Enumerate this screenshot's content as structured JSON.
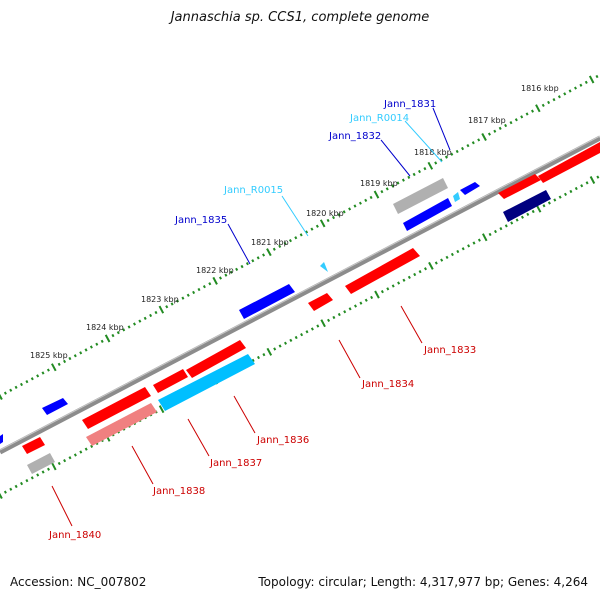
{
  "title": "Jannaschia sp. CCS1, complete genome",
  "accession": "Accession: NC_007802",
  "topology": "Topology: circular; Length: 4,317,977 bp; Genes: 4,264",
  "colors": {
    "forward": "#ff0000",
    "reverse": "#0000ff",
    "rna": "#33ccff",
    "navy": "#000080",
    "gray": "#b0b0b0",
    "pink": "#f08080",
    "backbone": "#8c8c8c",
    "tick": "#228b22"
  },
  "scale": {
    "ticks": [
      "1816 kbp",
      "1817 kbp",
      "1818 kbp",
      "1819 kbp",
      "1820 kbp",
      "1821 kbp",
      "1822 kbp",
      "1823 kbp",
      "1824 kbp",
      "1825 kbp"
    ]
  },
  "labels": [
    {
      "text": "Jann_1831",
      "color": "#0000cc"
    },
    {
      "text": "Jann_R0014",
      "color": "#33ccff"
    },
    {
      "text": "Jann_1832",
      "color": "#0000cc"
    },
    {
      "text": "Jann_R0015",
      "color": "#33ccff"
    },
    {
      "text": "Jann_1835",
      "color": "#0000cc"
    },
    {
      "text": "Jann_1833",
      "color": "#cc0000"
    },
    {
      "text": "Jann_1834",
      "color": "#cc0000"
    },
    {
      "text": "Jann_1836",
      "color": "#cc0000"
    },
    {
      "text": "Jann_1837",
      "color": "#cc0000"
    },
    {
      "text": "Jann_1838",
      "color": "#cc0000"
    },
    {
      "text": "Jann_1840",
      "color": "#cc0000"
    }
  ]
}
